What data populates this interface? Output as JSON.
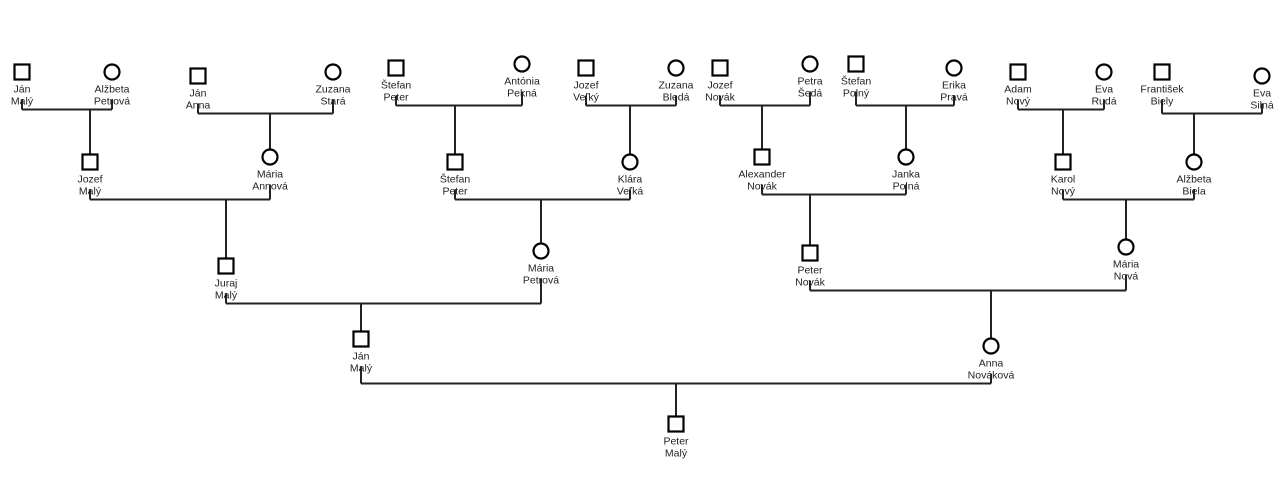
{
  "people": [
    {
      "id": "p1",
      "name_lines": [
        "Ján",
        "Malý"
      ],
      "sex": "M"
    },
    {
      "id": "p2",
      "name_lines": [
        "Alžbeta",
        "Petrová"
      ],
      "sex": "F"
    },
    {
      "id": "p3",
      "name_lines": [
        "Ján",
        "Anna"
      ],
      "sex": "M"
    },
    {
      "id": "p4",
      "name_lines": [
        "Zuzana",
        "Stará"
      ],
      "sex": "F"
    },
    {
      "id": "p5",
      "name_lines": [
        "Štefan",
        "Peter"
      ],
      "sex": "M"
    },
    {
      "id": "p6",
      "name_lines": [
        "Antónia",
        "Pekná"
      ],
      "sex": "F"
    },
    {
      "id": "p7",
      "name_lines": [
        "Jozef",
        "Veľký"
      ],
      "sex": "M"
    },
    {
      "id": "p8",
      "name_lines": [
        "Zuzana",
        "Bledá"
      ],
      "sex": "F"
    },
    {
      "id": "p9",
      "name_lines": [
        "Jozef",
        "Novák"
      ],
      "sex": "M"
    },
    {
      "id": "p10",
      "name_lines": [
        "Petra",
        "Šedá"
      ],
      "sex": "F"
    },
    {
      "id": "p11",
      "name_lines": [
        "Štefan",
        "Polný"
      ],
      "sex": "M"
    },
    {
      "id": "p12",
      "name_lines": [
        "Erika",
        "Pravá"
      ],
      "sex": "F"
    },
    {
      "id": "p13",
      "name_lines": [
        "Adam",
        "Nový"
      ],
      "sex": "M"
    },
    {
      "id": "p14",
      "name_lines": [
        "Eva",
        "Rudá"
      ],
      "sex": "F"
    },
    {
      "id": "p15",
      "name_lines": [
        "František",
        "Biely"
      ],
      "sex": "M"
    },
    {
      "id": "p16",
      "name_lines": [
        "Eva",
        "Silná"
      ],
      "sex": "F"
    },
    {
      "id": "g1",
      "name_lines": [
        "Jozef",
        "Malý"
      ],
      "sex": "M"
    },
    {
      "id": "g2",
      "name_lines": [
        "Mária",
        "Annová"
      ],
      "sex": "F"
    },
    {
      "id": "g3",
      "name_lines": [
        "Štefan",
        "Peter"
      ],
      "sex": "M"
    },
    {
      "id": "g4",
      "name_lines": [
        "Klára",
        "Veľká"
      ],
      "sex": "F"
    },
    {
      "id": "g5",
      "name_lines": [
        "Alexander",
        "Novák"
      ],
      "sex": "M"
    },
    {
      "id": "g6",
      "name_lines": [
        "Janka",
        "Polná"
      ],
      "sex": "F"
    },
    {
      "id": "g7",
      "name_lines": [
        "Karol",
        "Nový"
      ],
      "sex": "M"
    },
    {
      "id": "g8",
      "name_lines": [
        "Alžbeta",
        "Biela"
      ],
      "sex": "F"
    },
    {
      "id": "h1",
      "name_lines": [
        "Juraj",
        "Malý"
      ],
      "sex": "M"
    },
    {
      "id": "h2",
      "name_lines": [
        "Mária",
        "Petrová"
      ],
      "sex": "F"
    },
    {
      "id": "h3",
      "name_lines": [
        "Peter",
        "Novák"
      ],
      "sex": "M"
    },
    {
      "id": "h4",
      "name_lines": [
        "Mária",
        "Nová"
      ],
      "sex": "F"
    },
    {
      "id": "k1",
      "name_lines": [
        "Ján",
        "Malý"
      ],
      "sex": "M"
    },
    {
      "id": "k2",
      "name_lines": [
        "Anna",
        "Nováková"
      ],
      "sex": "F"
    },
    {
      "id": "r1",
      "name_lines": [
        "Peter",
        "Malý"
      ],
      "sex": "M"
    }
  ],
  "couples": [
    {
      "father": "p1",
      "mother": "p2",
      "child": "g1"
    },
    {
      "father": "p3",
      "mother": "p4",
      "child": "g2"
    },
    {
      "father": "p5",
      "mother": "p6",
      "child": "g3"
    },
    {
      "father": "p7",
      "mother": "p8",
      "child": "g4"
    },
    {
      "father": "p9",
      "mother": "p10",
      "child": "g5"
    },
    {
      "father": "p11",
      "mother": "p12",
      "child": "g6"
    },
    {
      "father": "p13",
      "mother": "p14",
      "child": "g7"
    },
    {
      "father": "p15",
      "mother": "p16",
      "child": "g8"
    },
    {
      "father": "g1",
      "mother": "g2",
      "child": "h1"
    },
    {
      "father": "g3",
      "mother": "g4",
      "child": "h2"
    },
    {
      "father": "g5",
      "mother": "g6",
      "child": "h3"
    },
    {
      "father": "g7",
      "mother": "g8",
      "child": "h4"
    },
    {
      "father": "h1",
      "mother": "h2",
      "child": "k1"
    },
    {
      "father": "h3",
      "mother": "h4",
      "child": "k2"
    },
    {
      "father": "k1",
      "mother": "k2",
      "child": "r1"
    }
  ]
}
